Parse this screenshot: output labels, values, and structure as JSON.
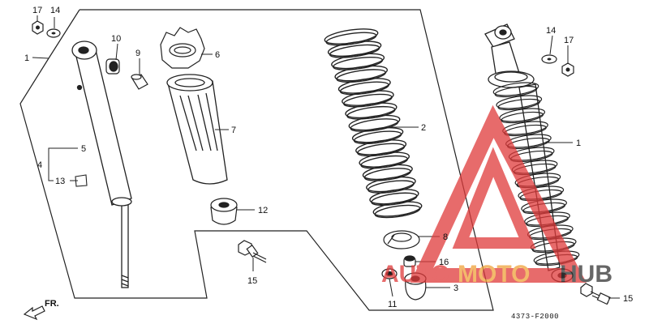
{
  "callouts": {
    "c1_left": "1",
    "c1_right": "1",
    "c2": "2",
    "c3": "3",
    "c4": "4",
    "c5": "5",
    "c6": "6",
    "c7": "7",
    "c8": "8",
    "c9": "9",
    "c10": "10",
    "c11": "11",
    "c12": "12",
    "c13": "13",
    "c14_left": "14",
    "c14_right": "14",
    "c15_left": "15",
    "c15_right": "15",
    "c16": "16",
    "c17_left": "17",
    "c17_right": "17"
  },
  "front_marker": "FR.",
  "diagram_code": "4373-F2000",
  "watermark": {
    "text_red": "AUTO",
    "text_orange": "MOTO",
    "text_dark": "HUB",
    "color_red": "#e03a3a",
    "color_orange": "#f0a23a",
    "color_dark": "#333333"
  }
}
